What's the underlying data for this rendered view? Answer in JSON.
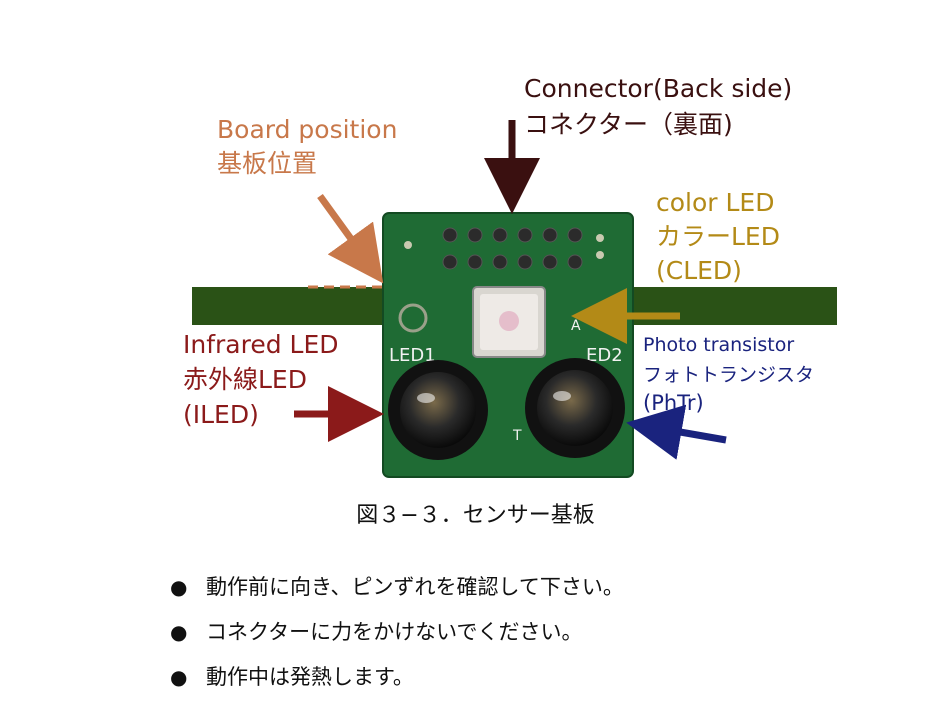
{
  "labels": {
    "board_position": [
      "Board position",
      "基板位置"
    ],
    "connector": [
      "Connector(Back side)",
      "コネクター（裏面)"
    ],
    "color_led": [
      "color LED",
      "カラーLED",
      "(CLED)"
    ],
    "infrared_led": [
      "Infrared LED",
      "赤外線LED",
      "(ILED)"
    ],
    "photo_transistor": [
      "Photo transistor",
      "フォトトランジスタ",
      "(PhTr)"
    ]
  },
  "board_marks": {
    "led1": "LED1",
    "led2": "ED2",
    "silk_a": "A",
    "silk_t": "T"
  },
  "caption": "図３−３．センサー基板",
  "bullets": [
    "動作前に向き、ピンずれを確認して下さい。",
    "コネクターに力をかけないでください。",
    "動作中は発熱します。"
  ],
  "colors": {
    "board_position": "#c8784a",
    "connector": "#3a1010",
    "color_led": "#b38a17",
    "infrared_led": "#8b1a1a",
    "photo_transistor": "#1a237e",
    "board_band": "#2a5216",
    "pcb": "#1f6b34"
  }
}
